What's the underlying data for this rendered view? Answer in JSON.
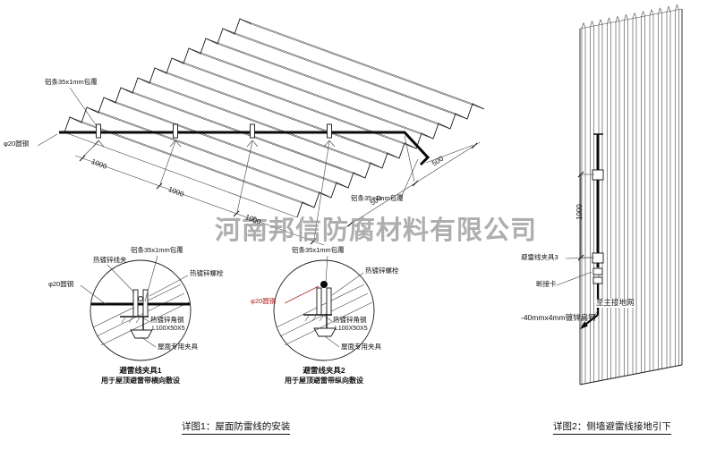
{
  "watermark": "河南邦信防腐材料有限公司",
  "roof": {
    "alu_label_top": "铝条35x1mm包覆",
    "round_steel_label": "φ20圆钢",
    "alu_label_right": "铝条35x1mm包覆",
    "dims": [
      "1000",
      "1000",
      "1000",
      "500",
      "500"
    ]
  },
  "detail1": {
    "labels": {
      "wire_clip": "热镀锌线夹",
      "alu_strip": "铝条35x1mm包覆",
      "bolt": "热镀锌螺栓",
      "round_steel": "φ20圆钢",
      "angle_steel": "热镀锌角钢",
      "angle_spec": "L100X50X5",
      "roof_clamp": "屋面专用夹具"
    },
    "title": "避雷线夹具1",
    "subtitle": "用于屋顶避雷带横向敷设"
  },
  "detail2": {
    "labels": {
      "alu_strip": "铝条35x1mm包覆",
      "bolt": "热镀锌螺栓",
      "round_steel": "φ20圆钢",
      "angle_steel": "热镀锌角钢",
      "angle_spec": "L100X50X5",
      "roof_clamp": "屋面专用夹具"
    },
    "title": "避雷线夹具2",
    "subtitle": "用于屋顶避雷带纵向敷设"
  },
  "caption1": "详图1：屋面防雷线的安装",
  "wall": {
    "dim": "1000",
    "clamp_label": "避雷线夹具3",
    "disconnect_label": "断接卡",
    "ground_label": "至主接地网",
    "flat_steel_label": "-40mmx4mm镀锌扁钢"
  },
  "caption2": "详图2：侧墙避雷线接地引下"
}
